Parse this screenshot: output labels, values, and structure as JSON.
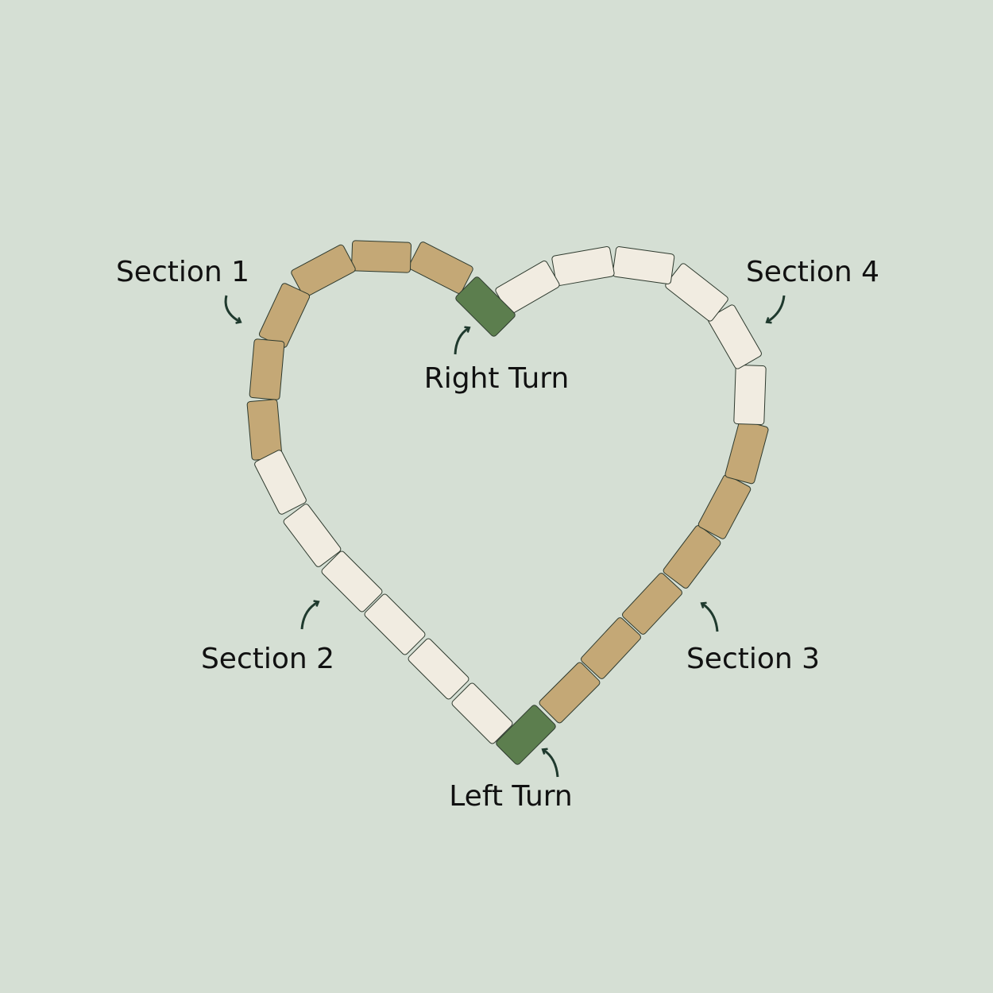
{
  "labels": {
    "section_1": "Section 1",
    "section_2": "Section 2",
    "section_3": "Section 3",
    "section_4": "Section 4",
    "right_turn": "Right Turn",
    "left_turn": "Left Turn"
  },
  "colors": {
    "background": "#d5dfd4",
    "tan_block": "#c4a876",
    "cream_block": "#f1ece1",
    "turn_block": "#5c7e4e",
    "outline": "#2e3a2e",
    "arrow": "#1f3a2e"
  },
  "sections": [
    {
      "name": "Section 1",
      "color": "tan",
      "count": 6
    },
    {
      "name": "Section 2",
      "color": "cream",
      "count": 6
    },
    {
      "name": "Left Turn",
      "color": "turn",
      "count": 1
    },
    {
      "name": "Section 3",
      "color": "tan",
      "count": 6
    },
    {
      "name": "Section 4",
      "color": "cream",
      "count": 6
    },
    {
      "name": "Right Turn",
      "color": "turn",
      "count": 1
    }
  ]
}
